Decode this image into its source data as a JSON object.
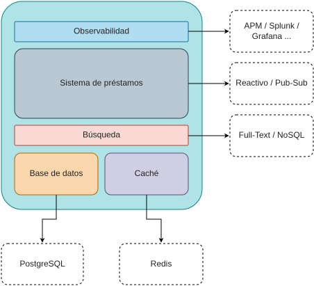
{
  "colors": {
    "container_fill": "#b0e3e6",
    "container_stroke": "#0e8088",
    "observability_fill": "#b1ddf0",
    "observability_stroke": "#10739e",
    "core_fill": "#bac8d3",
    "core_stroke": "#23445d",
    "search_fill": "#fad9d5",
    "search_stroke": "#ae4132",
    "database_fill": "#fad7ac",
    "database_stroke": "#b46504",
    "cache_fill": "#d0cee2",
    "cache_stroke": "#56517e",
    "external_stroke": "#000000",
    "arrow": "#000000"
  },
  "diagram": {
    "components": {
      "observability": "Observabilidad",
      "loan_system": "Sistema de préstamos",
      "search": "Búsqueda",
      "database": "Base de datos",
      "cache": "Caché"
    },
    "externals": {
      "apm_line1": "APM / Splunk /",
      "apm_line2": "Grafana ...",
      "reactive": "Reactivo / Pub-Sub",
      "fulltext": "Full-Text / NoSQL",
      "postgresql": "PostgreSQL",
      "redis": "Redis"
    }
  }
}
